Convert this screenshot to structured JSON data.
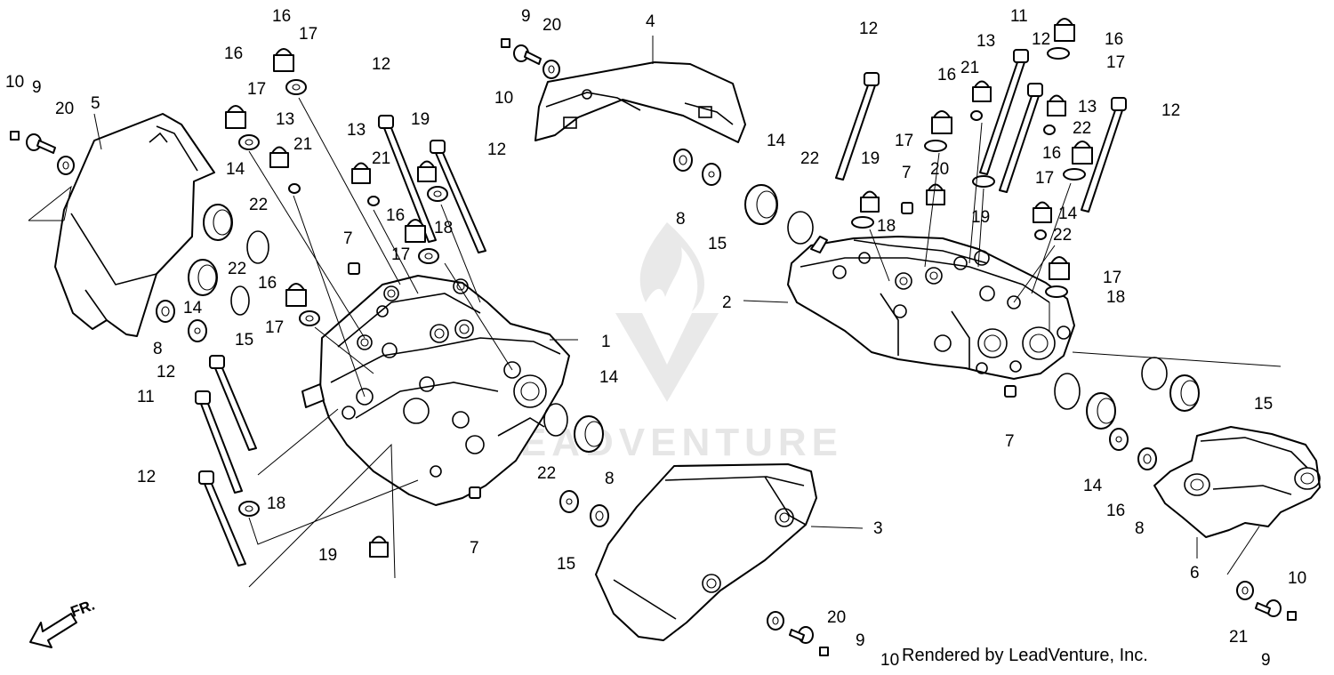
{
  "credit": "Rendered by LeadVenture, Inc.",
  "watermark": "LEADVENTURE",
  "direction_label": "FR.",
  "callouts": [
    {
      "id": "c-1",
      "text": "1"
    },
    {
      "id": "c-2",
      "text": "2"
    },
    {
      "id": "c-3",
      "text": "3"
    },
    {
      "id": "c-4",
      "text": "4"
    },
    {
      "id": "c-5",
      "text": "5"
    },
    {
      "id": "c-6",
      "text": "6"
    },
    {
      "id": "c-7a",
      "text": "7"
    },
    {
      "id": "c-7b",
      "text": "7"
    },
    {
      "id": "c-7c",
      "text": "7"
    },
    {
      "id": "c-7d",
      "text": "7"
    },
    {
      "id": "c-8a",
      "text": "8"
    },
    {
      "id": "c-8b",
      "text": "8"
    },
    {
      "id": "c-8c",
      "text": "8"
    },
    {
      "id": "c-8d",
      "text": "8"
    },
    {
      "id": "c-9a",
      "text": "9"
    },
    {
      "id": "c-9b",
      "text": "9"
    },
    {
      "id": "c-9c",
      "text": "9"
    },
    {
      "id": "c-9d",
      "text": "9"
    },
    {
      "id": "c-10a",
      "text": "10"
    },
    {
      "id": "c-10b",
      "text": "10"
    },
    {
      "id": "c-10c",
      "text": "10"
    },
    {
      "id": "c-10d",
      "text": "10"
    },
    {
      "id": "c-11a",
      "text": "11"
    },
    {
      "id": "c-11b",
      "text": "11"
    },
    {
      "id": "c-12a",
      "text": "12"
    },
    {
      "id": "c-12b",
      "text": "12"
    },
    {
      "id": "c-12c",
      "text": "12"
    },
    {
      "id": "c-12d",
      "text": "12"
    },
    {
      "id": "c-12e",
      "text": "12"
    },
    {
      "id": "c-12f",
      "text": "12"
    },
    {
      "id": "c-12g",
      "text": "12"
    },
    {
      "id": "c-13a",
      "text": "13"
    },
    {
      "id": "c-13b",
      "text": "13"
    },
    {
      "id": "c-13c",
      "text": "13"
    },
    {
      "id": "c-13d",
      "text": "13"
    },
    {
      "id": "c-14a",
      "text": "14"
    },
    {
      "id": "c-14b",
      "text": "14"
    },
    {
      "id": "c-14c",
      "text": "14"
    },
    {
      "id": "c-14d",
      "text": "14"
    },
    {
      "id": "c-14e",
      "text": "14"
    },
    {
      "id": "c-14f",
      "text": "14"
    },
    {
      "id": "c-15a",
      "text": "15"
    },
    {
      "id": "c-15b",
      "text": "15"
    },
    {
      "id": "c-15c",
      "text": "15"
    },
    {
      "id": "c-15d",
      "text": "15"
    },
    {
      "id": "c-16a",
      "text": "16"
    },
    {
      "id": "c-16b",
      "text": "16"
    },
    {
      "id": "c-16c",
      "text": "16"
    },
    {
      "id": "c-16d",
      "text": "16"
    },
    {
      "id": "c-16e",
      "text": "16"
    },
    {
      "id": "c-16f",
      "text": "16"
    },
    {
      "id": "c-16g",
      "text": "16"
    },
    {
      "id": "c-16h",
      "text": "16"
    },
    {
      "id": "c-17a",
      "text": "17"
    },
    {
      "id": "c-17b",
      "text": "17"
    },
    {
      "id": "c-17c",
      "text": "17"
    },
    {
      "id": "c-17d",
      "text": "17"
    },
    {
      "id": "c-17e",
      "text": "17"
    },
    {
      "id": "c-17f",
      "text": "17"
    },
    {
      "id": "c-17g",
      "text": "17"
    },
    {
      "id": "c-17h",
      "text": "17"
    },
    {
      "id": "c-18a",
      "text": "18"
    },
    {
      "id": "c-18b",
      "text": "18"
    },
    {
      "id": "c-18c",
      "text": "18"
    },
    {
      "id": "c-18d",
      "text": "18"
    },
    {
      "id": "c-19a",
      "text": "19"
    },
    {
      "id": "c-19b",
      "text": "19"
    },
    {
      "id": "c-19c",
      "text": "19"
    },
    {
      "id": "c-19d",
      "text": "19"
    },
    {
      "id": "c-20a",
      "text": "20"
    },
    {
      "id": "c-20b",
      "text": "20"
    },
    {
      "id": "c-20c",
      "text": "20"
    },
    {
      "id": "c-20d",
      "text": "20"
    },
    {
      "id": "c-21a",
      "text": "21"
    },
    {
      "id": "c-21b",
      "text": "21"
    },
    {
      "id": "c-21c",
      "text": "21"
    },
    {
      "id": "c-21d",
      "text": "21"
    },
    {
      "id": "c-22a",
      "text": "22"
    },
    {
      "id": "c-22b",
      "text": "22"
    },
    {
      "id": "c-22c",
      "text": "22"
    },
    {
      "id": "c-22d",
      "text": "22"
    },
    {
      "id": "c-22e",
      "text": "22"
    },
    {
      "id": "c-22f",
      "text": "22"
    }
  ]
}
